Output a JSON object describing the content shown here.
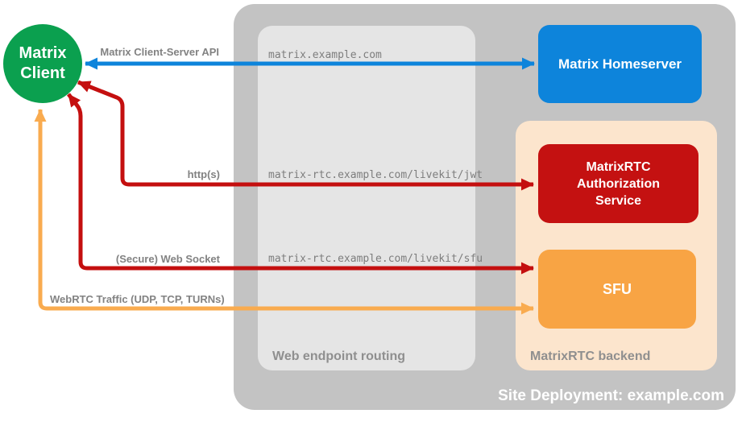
{
  "deployment": {
    "title": "Site Deployment: example.com"
  },
  "client": {
    "label": "Matrix Client"
  },
  "homeserver": {
    "label": "Matrix Homeserver"
  },
  "routing": {
    "label": "Web endpoint routing",
    "endpoints": [
      "matrix.example.com",
      "matrix-rtc.example.com/livekit/jwt",
      "matrix-rtc.example.com/livekit/sfu"
    ]
  },
  "backend": {
    "label": "MatrixRTC backend",
    "auth_service_label": "MatrixRTC Authorization Service",
    "sfu_label": "SFU"
  },
  "arrows": {
    "client_server_api": "Matrix Client-Server API",
    "https": "http(s)",
    "websocket": "(Secure) Web Socket",
    "webrtc": "WebRTC Traffic (UDP, TCP, TURNs)"
  },
  "colors": {
    "client_green": "#0ba04f",
    "homeserver_blue": "#0d84db",
    "auth_red": "#c41111",
    "sfu_orange": "#f8a444",
    "backend_peach": "#fce5cd",
    "container_gray": "#c3c3c3",
    "routing_gray": "#e5e5e5",
    "arrow_blue": "#0d84db",
    "arrow_red": "#c40f0f",
    "arrow_orange": "#f9ab4f",
    "label_gray": "#828282"
  }
}
